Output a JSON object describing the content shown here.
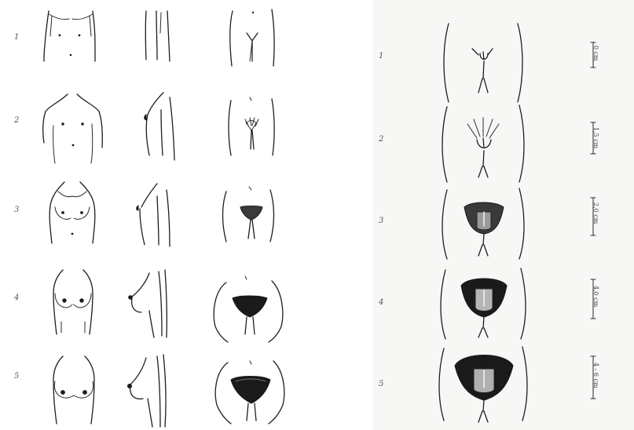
{
  "left_panel": {
    "rows": [
      {
        "label": "1"
      },
      {
        "label": "2"
      },
      {
        "label": "3"
      },
      {
        "label": "4"
      },
      {
        "label": "5"
      }
    ]
  },
  "right_panel": {
    "rows": [
      {
        "label": "1",
        "scale": "0 cm"
      },
      {
        "label": "2",
        "scale": "1,5 cm"
      },
      {
        "label": "3",
        "scale": "2,0 cm"
      },
      {
        "label": "4",
        "scale": "4,0 cm"
      },
      {
        "label": "5",
        "scale": "4 - 6 cm"
      }
    ]
  },
  "colors": {
    "ink": "#1e1e1e",
    "paper_left": "#ffffff",
    "paper_right": "#f7f7f6"
  }
}
